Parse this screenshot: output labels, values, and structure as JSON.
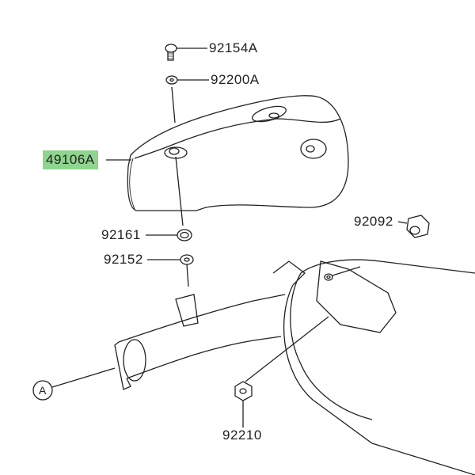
{
  "parts": [
    {
      "id": "p1",
      "number": "92154A"
    },
    {
      "id": "p2",
      "number": "92200A"
    },
    {
      "id": "p3",
      "number": "49106A",
      "highlighted": true
    },
    {
      "id": "p4",
      "number": "92161"
    },
    {
      "id": "p5",
      "number": "92152"
    },
    {
      "id": "p6",
      "number": "92092"
    },
    {
      "id": "p7",
      "number": "92210"
    }
  ],
  "reference_marker": "A",
  "highlight_color": "#8fd48f"
}
